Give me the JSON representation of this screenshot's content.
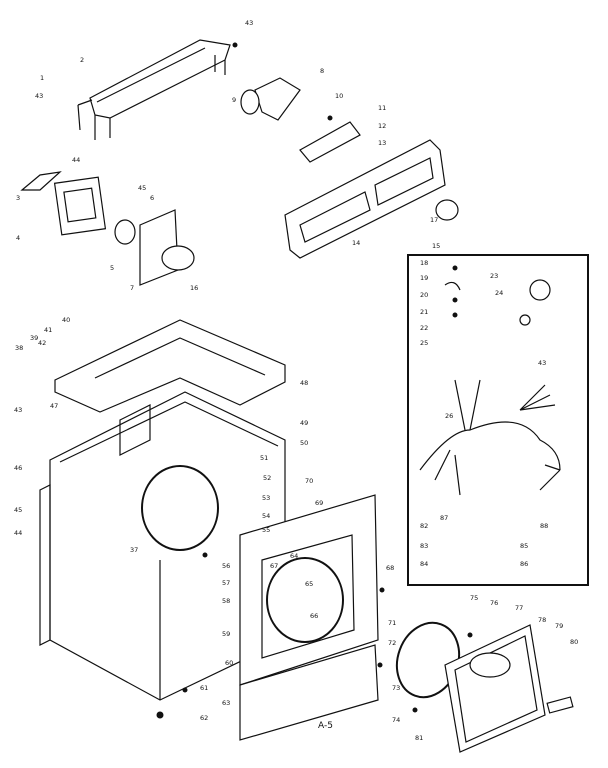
{
  "diagram": {
    "caption": "A-5",
    "part_labels": [
      "1",
      "2",
      "43",
      "43",
      "44",
      "45",
      "3",
      "5",
      "4",
      "6",
      "7",
      "8",
      "9",
      "10",
      "11",
      "12",
      "13",
      "14",
      "15",
      "16",
      "17",
      "18",
      "19",
      "20",
      "21",
      "22",
      "23",
      "24",
      "43",
      "25",
      "26",
      "37",
      "38",
      "39",
      "40",
      "41",
      "42",
      "43",
      "44",
      "45",
      "46",
      "47",
      "48",
      "49",
      "50",
      "51",
      "52",
      "53",
      "54",
      "55",
      "56",
      "57",
      "58",
      "59",
      "60",
      "61",
      "62",
      "63",
      "64",
      "65",
      "66",
      "67",
      "68",
      "69",
      "70",
      "71",
      "72",
      "73",
      "74",
      "75",
      "76",
      "77",
      "78",
      "79",
      "80",
      "81",
      "82",
      "83",
      "84",
      "85",
      "86",
      "87",
      "88"
    ]
  }
}
